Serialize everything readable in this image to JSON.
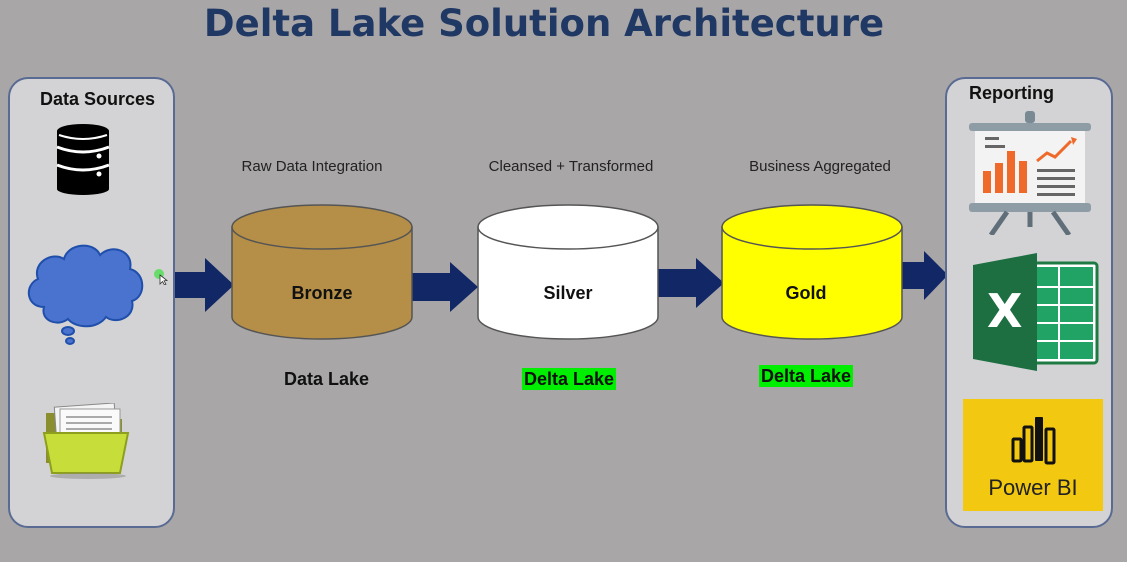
{
  "title": "Delta Lake Solution Architecture",
  "sources": {
    "heading": "Data Sources",
    "icons": [
      "database-icon",
      "cloud-icon",
      "folder-icon"
    ]
  },
  "reporting": {
    "heading": "Reporting",
    "icons": [
      "presentation-chart-icon",
      "excel-icon",
      "power-bi-icon"
    ],
    "powerbi_label": "Power BI",
    "excel_letter": "X"
  },
  "stages": [
    {
      "caption": "Raw Data Integration",
      "name": "Bronze",
      "storage": "Data Lake",
      "color": "#b58e47",
      "highlight": false
    },
    {
      "caption": "Cleansed + Transformed",
      "name": "Silver",
      "storage": "Delta Lake",
      "color": "#ffffff",
      "highlight": true
    },
    {
      "caption": "Business Aggregated",
      "name": "Gold",
      "storage": "Delta Lake",
      "color": "#ffff00",
      "highlight": true
    }
  ],
  "colors": {
    "background": "#a9a6a7",
    "title": "#1f3864",
    "arrow": "#112766",
    "highlight": "#00ee00"
  }
}
